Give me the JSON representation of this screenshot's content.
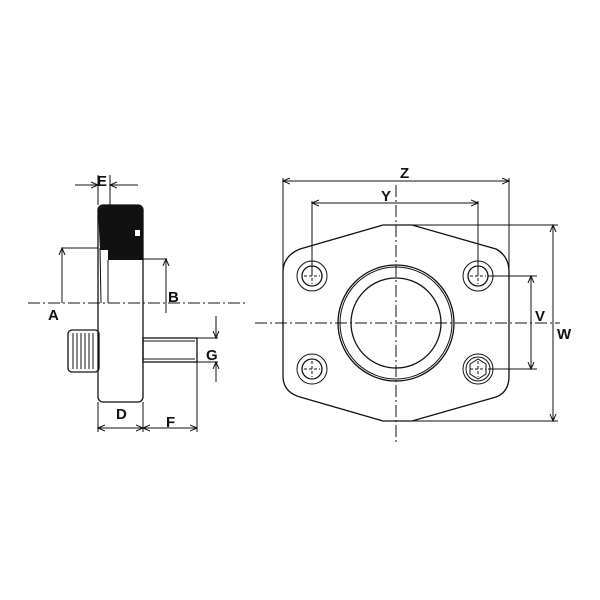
{
  "labels": {
    "A": "A",
    "B": "B",
    "D": "D",
    "E": "E",
    "F": "F",
    "G": "G",
    "Z": "Z",
    "Y": "Y",
    "V": "V",
    "W": "W"
  },
  "colors": {
    "line": "#111111",
    "background": "#ffffff"
  }
}
